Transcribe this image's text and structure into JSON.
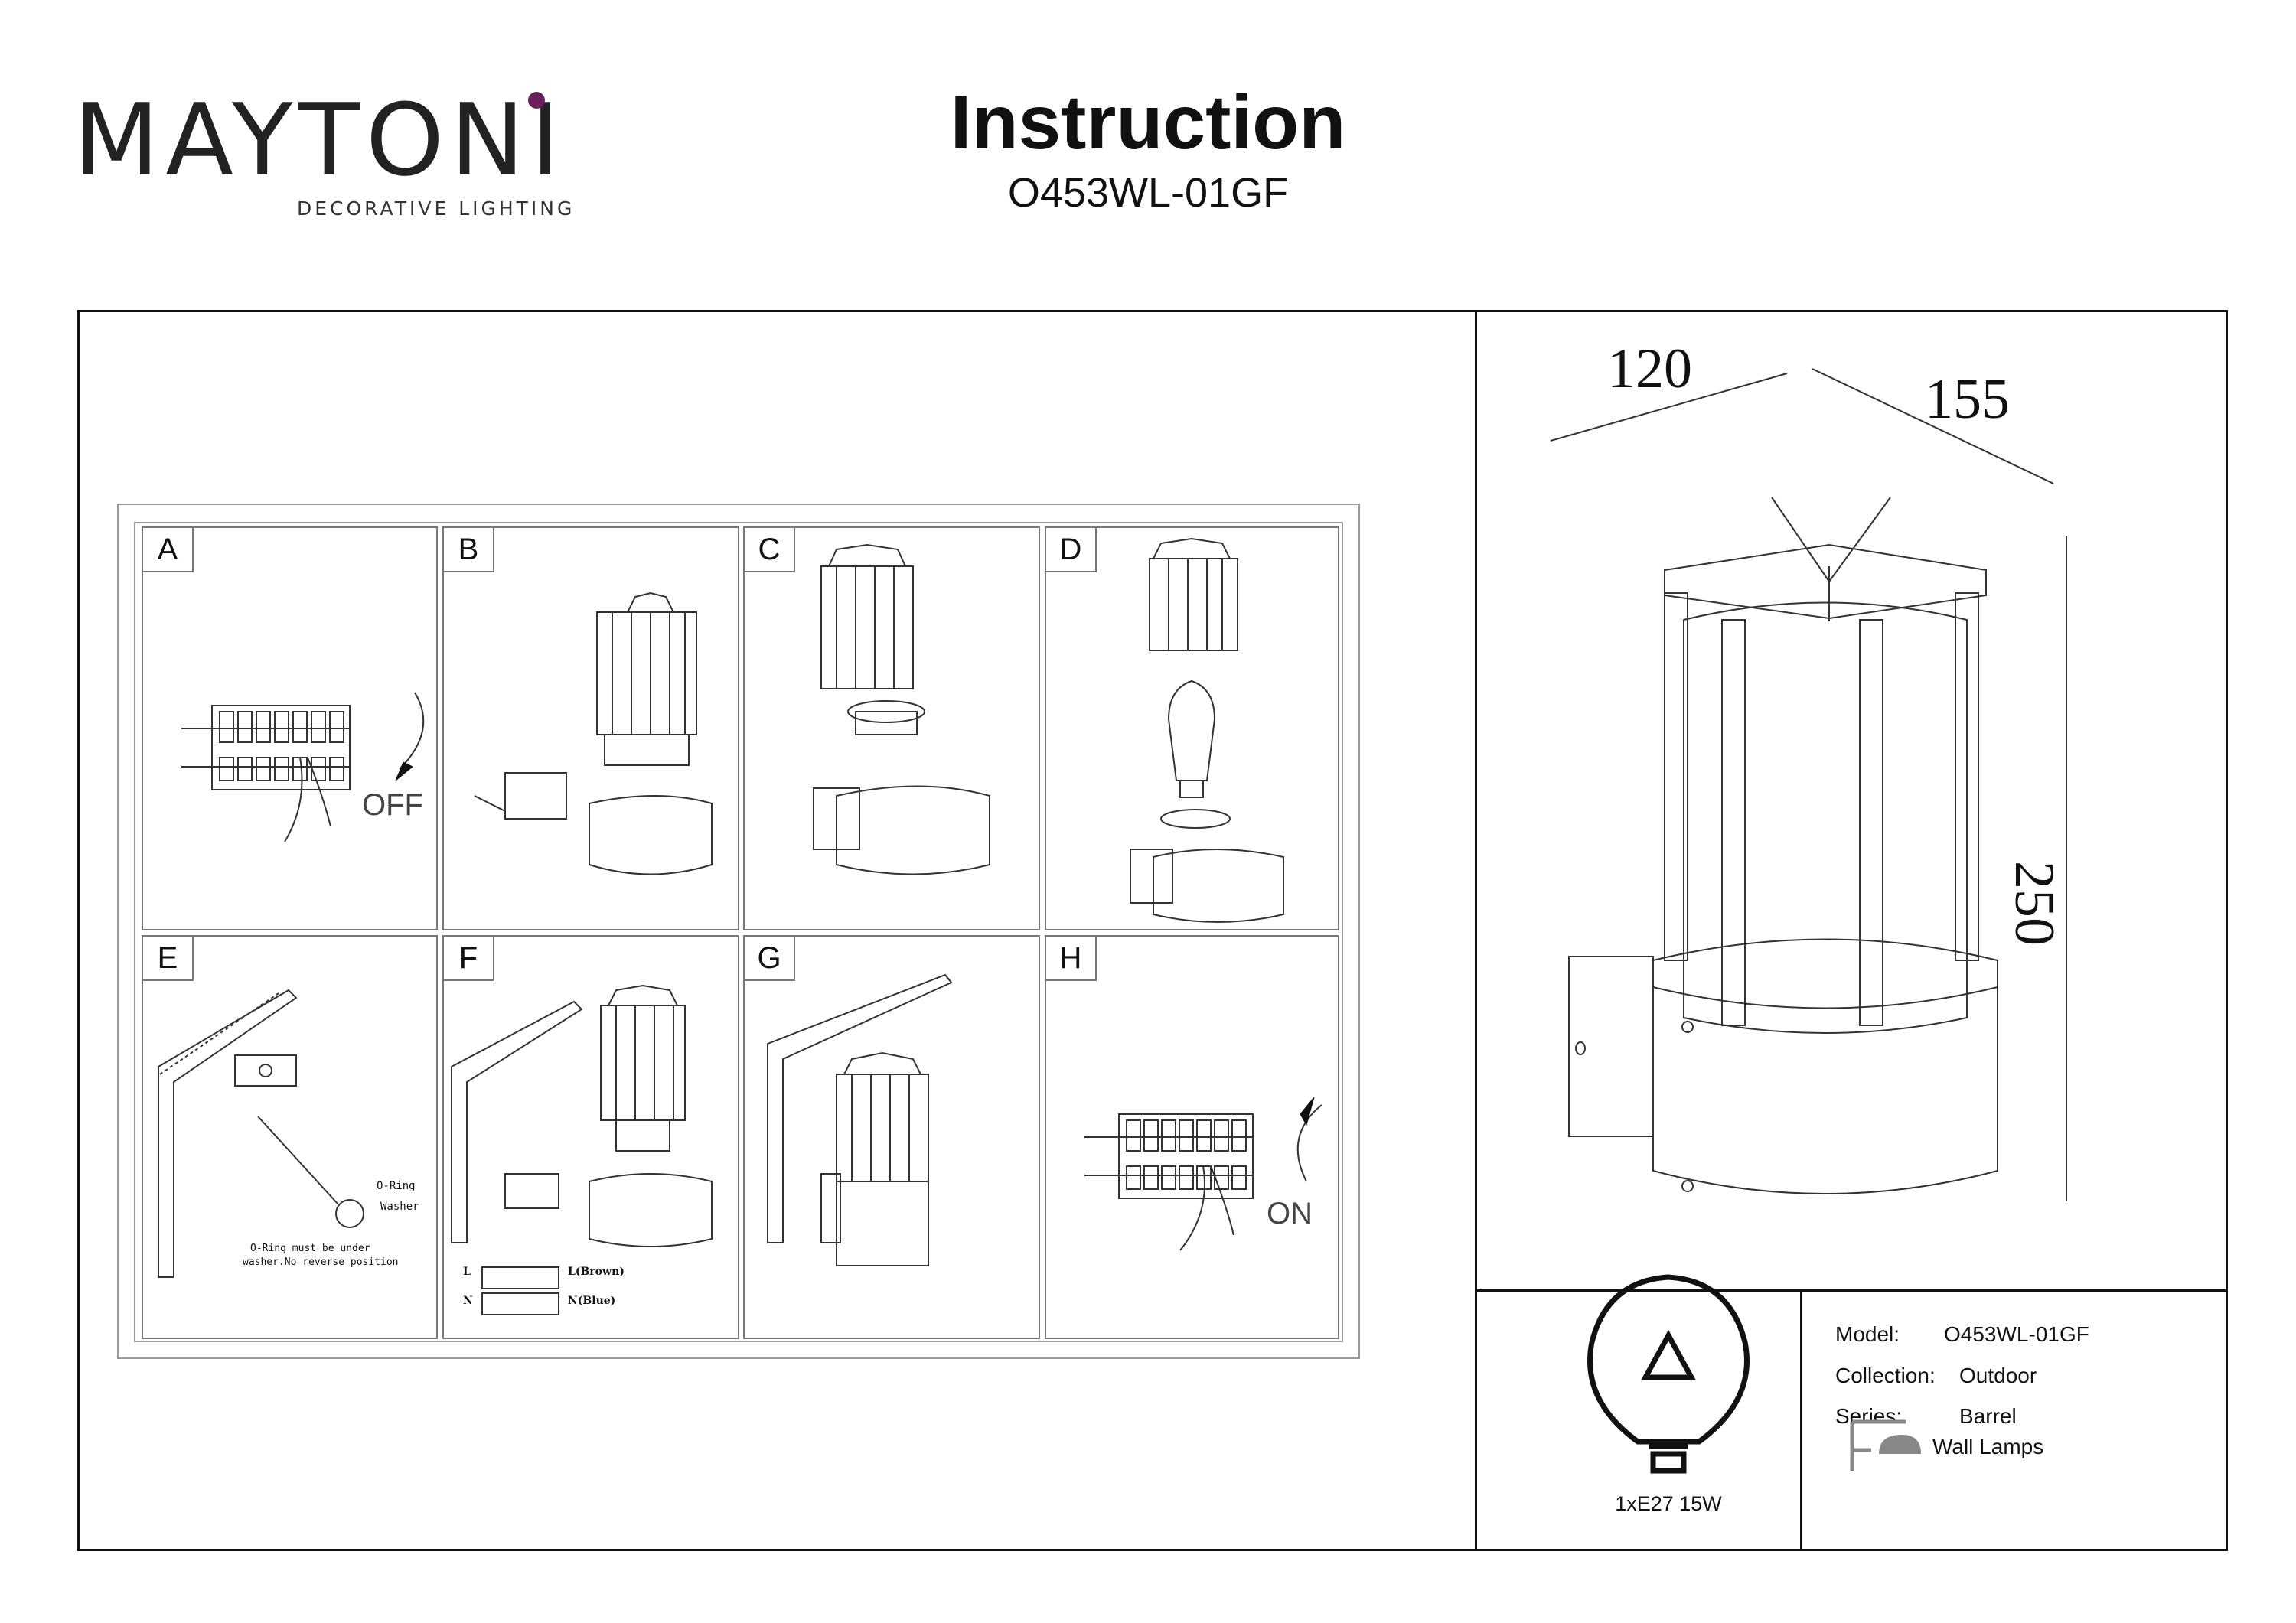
{
  "brand": {
    "name": "MAYTONI",
    "tagline": "DECORATIVE LIGHTING",
    "accent_color": "#6a1f5c"
  },
  "document": {
    "title": "Instruction",
    "model": "O453WL-01GF"
  },
  "steps": [
    {
      "label": "A",
      "switch_text": "OFF"
    },
    {
      "label": "B"
    },
    {
      "label": "C"
    },
    {
      "label": "D"
    },
    {
      "label": "E",
      "o_ring": "O-Ring",
      "washer": "Washer",
      "note_line1": "O-Ring must be under",
      "note_line2": "washer.No reverse position"
    },
    {
      "label": "F",
      "wire_l": "L",
      "wire_l_color": "L(Brown)",
      "wire_n": "N",
      "wire_n_color": "N(Blue)"
    },
    {
      "label": "G"
    },
    {
      "label": "H",
      "switch_text": "ON"
    }
  ],
  "dimensions": {
    "width": "120",
    "depth": "155",
    "height": "250"
  },
  "bulb": {
    "icon": "light-bulb-icon",
    "spec": "1xE27 15W"
  },
  "specs": {
    "model_label": "Model:",
    "model_value": "O453WL-01GF",
    "collection_label": "Collection:",
    "collection_value": "Outdoor",
    "series_label": "Series:",
    "series_value": "Barrel",
    "type_icon": "wall-lamp-icon",
    "type_value": "Wall Lamps"
  }
}
